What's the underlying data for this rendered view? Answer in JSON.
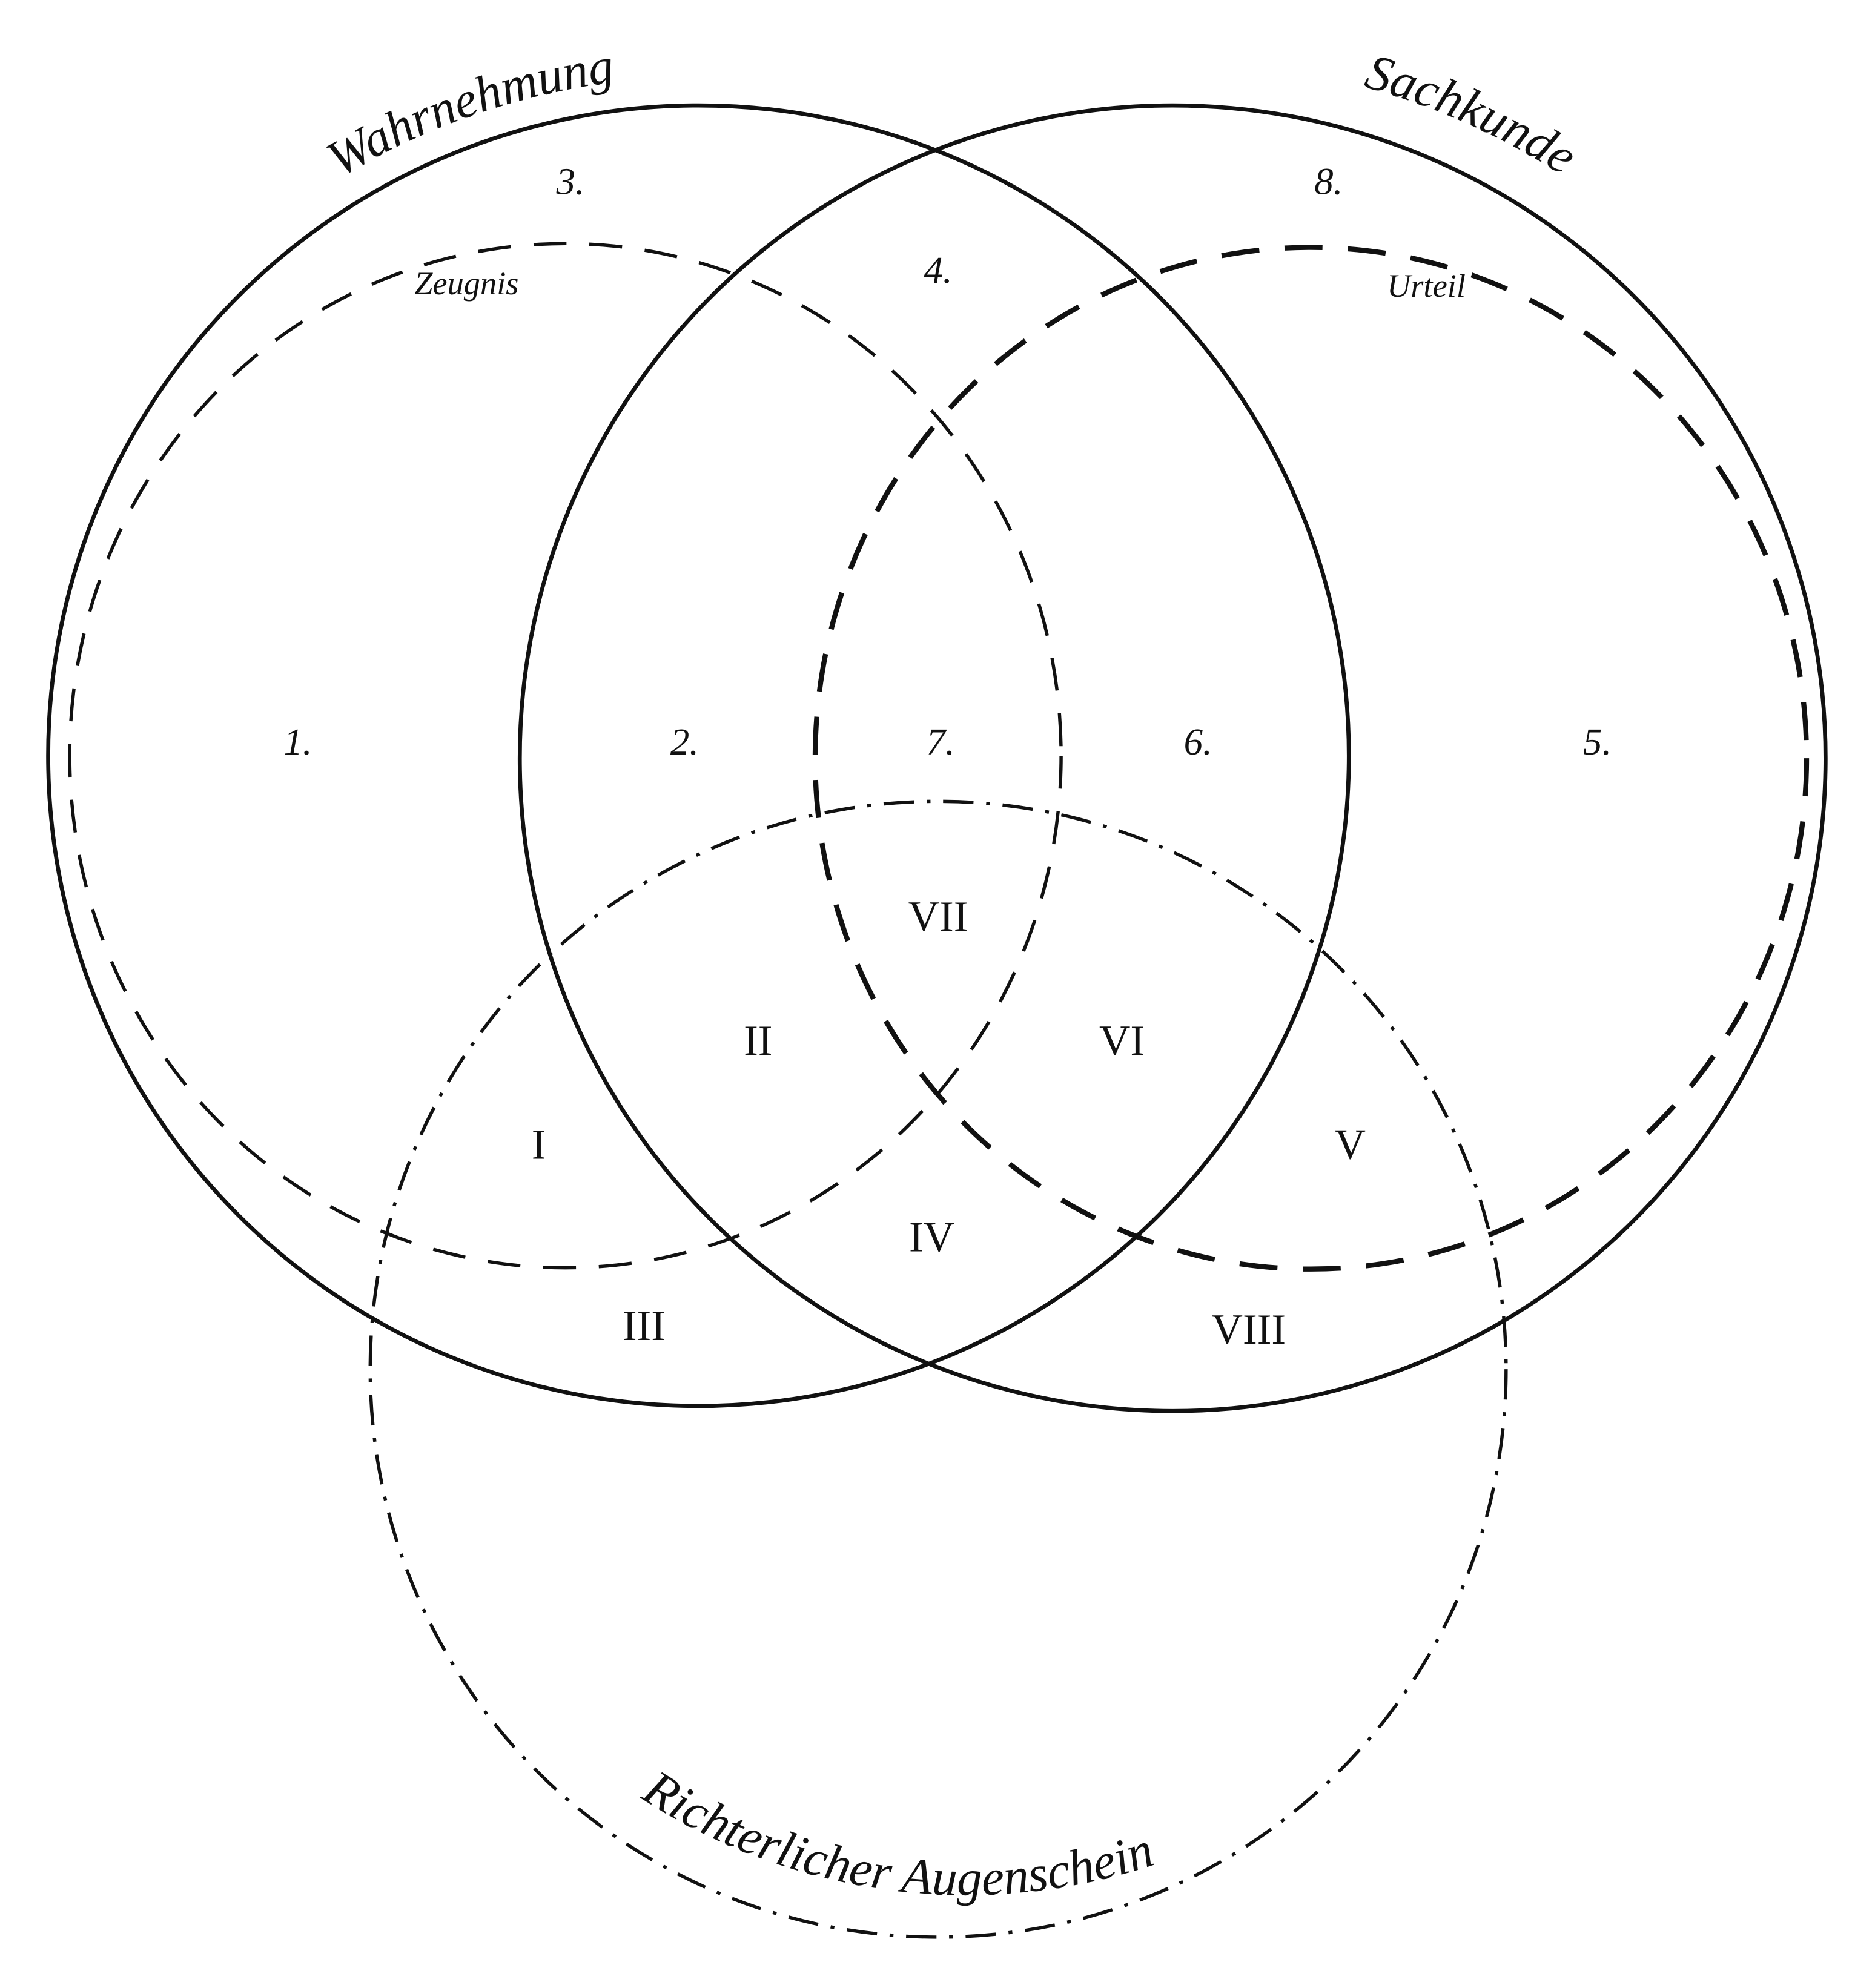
{
  "diagram": {
    "type": "venn",
    "sets": {
      "wahrnehmung": "Wahrnehmung",
      "sachkunde": "Sachkunde",
      "augenschein": "Richterlicher Augenschein",
      "zeugnis": "Zeugnis",
      "urteil": "Urteil"
    },
    "regions_arabic": {
      "r1": "1.",
      "r2": "2.",
      "r3": "3.",
      "r4": "4.",
      "r5": "5.",
      "r6": "6.",
      "r7": "7.",
      "r8": "8."
    },
    "regions_roman": {
      "r1": "I",
      "r2": "II",
      "r3": "III",
      "r4": "IV",
      "r5": "V",
      "r6": "VI",
      "r7": "VII",
      "r8": "VIII"
    },
    "colors": {
      "ink": "#111111",
      "paper": "#ffffff"
    }
  }
}
